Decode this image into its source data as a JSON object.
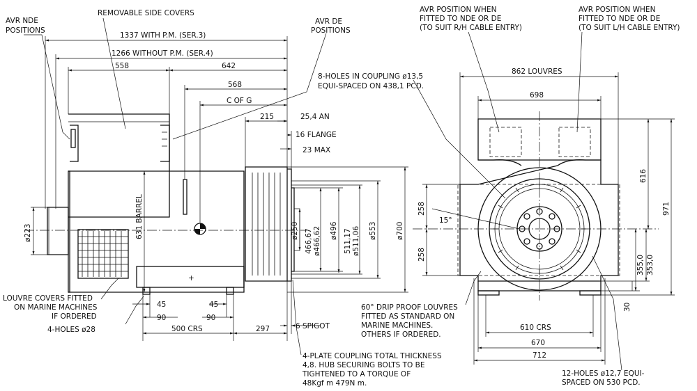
{
  "labels": {
    "avr_nde_1": "AVR NDE",
    "avr_nde_2": "POSITIONS",
    "removable_covers": "REMOVABLE SIDE COVERS",
    "avr_de_1": "AVR DE",
    "avr_de_2": "POSITIONS",
    "dim_1337": "1337 WITH P.M. (SER.3)",
    "dim_1266": "1266 WITHOUT P.M. (SER.4)",
    "dim_558": "558",
    "dim_642": "642",
    "dim_568": "568",
    "c_of_g": "C OF G",
    "dim_215": "215",
    "dim_25_4": "25,4 AN",
    "dim_16": "16 FLANGE",
    "dim_23": "23 MAX",
    "holes_coupling_1": "8-HOLES IN COUPLING ø13,5",
    "holes_coupling_2": "EQUI-SPACED ON 438,1 PCD.",
    "barrel": "631 BARREL",
    "dia_223": "ø223",
    "dia_250": "ø250",
    "dia_466_1": "466,67",
    "dia_466_2": "ø466,62",
    "dia_496": "ø496",
    "dia_511_1": "511,17",
    "dia_511_2": "ø511,06",
    "dia_553": "ø553",
    "dia_700": "ø700",
    "louvre_1": "LOUVRE COVERS FITTED",
    "louvre_2": "ON MARINE MACHINES",
    "louvre_3": "IF ORDERED",
    "holes_foot": "4-HOLES ø28",
    "dim_45a": "45",
    "dim_90a": "90",
    "dim_45b": "45",
    "dim_90b": "90",
    "dim_500": "500 CRS",
    "dim_297": "297",
    "dim_6": "6 SPIGOT",
    "plate_1": "4-PLATE COUPLING TOTAL THICKNESS",
    "plate_2": "4,8. HUB SECURING BOLTS TO BE",
    "plate_3": "TIGHTENED TO A TORQUE OF",
    "plate_4": "48Kgf m   479N m.",
    "avr_r_1": "AVR POSITION WHEN",
    "avr_r_2": "FITTED TO NDE OR DE",
    "avr_r_3": "(TO SUIT R/H CABLE ENTRY)",
    "avr_l_1": "AVR POSITION WHEN",
    "avr_l_2": "FITTED TO NDE OR DE",
    "avr_l_3": "(TO SUIT L/H CABLE ENTRY)",
    "dim_862": "862 LOUVRES",
    "dim_698": "698",
    "dim_616": "616",
    "dim_971": "971",
    "dim_258a": "258",
    "dim_258b": "258",
    "angle_15": "15°",
    "dim_355": "355,0",
    "dim_353": "353,0",
    "dim_30": "30",
    "drip_1": "60° DRIP PROOF LOUVRES",
    "drip_2": "FITTED AS STANDARD ON",
    "drip_3": "MARINE MACHINES.",
    "drip_4": "OTHERS IF ORDERED.",
    "dim_610": "610 CRS",
    "dim_670": "670",
    "dim_712": "712",
    "holes12_1": "12-HOLES ø12,7 EQUI-",
    "holes12_2": "SPACED ON 530 PCD."
  }
}
